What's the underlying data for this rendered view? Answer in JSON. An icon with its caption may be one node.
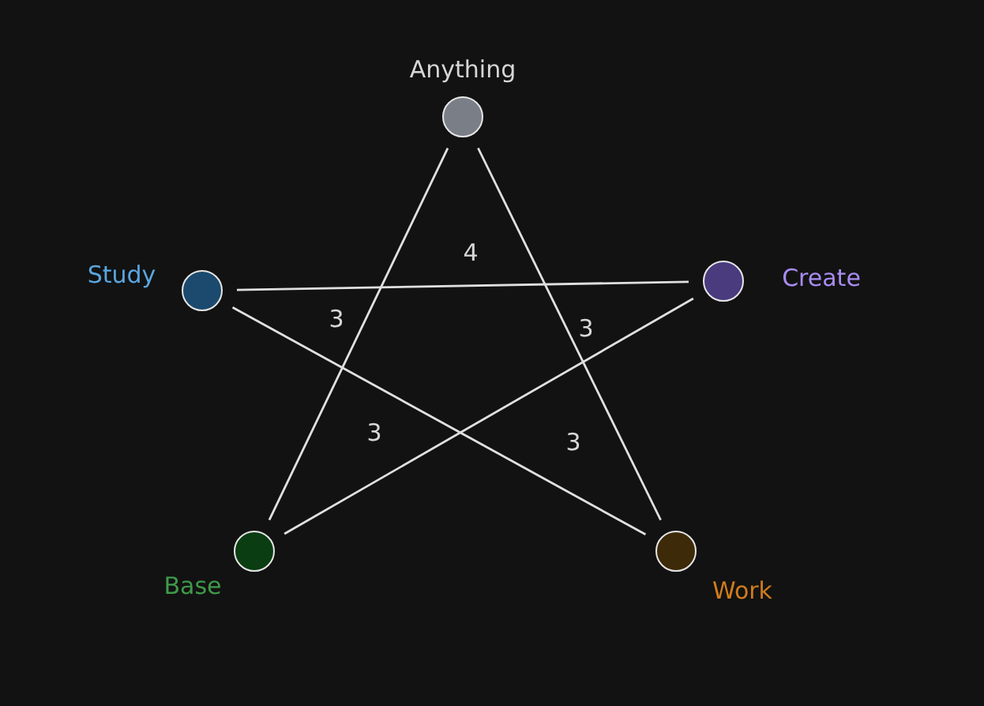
{
  "diagram": {
    "nodes": [
      {
        "text": [],
        "shape": "circle",
        "beside": [
          "Anything"
        ]
      },
      {
        "text": [],
        "shape": "circle",
        "beside": [
          "Study"
        ]
      },
      {
        "text": [],
        "shape": "circle",
        "beside": [
          "Create"
        ]
      },
      {
        "text": [],
        "shape": "circle",
        "beside": [
          "Base"
        ]
      },
      {
        "text": [],
        "shape": "circle",
        "beside": [
          "Work"
        ]
      }
    ],
    "edges": [
      {
        "from": 0,
        "to": 3,
        "arrow": "none"
      },
      {
        "from": 0,
        "to": 4,
        "arrow": "none"
      },
      {
        "from": 1,
        "to": 2,
        "arrow": "none"
      },
      {
        "from": 1,
        "to": 4,
        "arrow": "none"
      },
      {
        "from": 2,
        "to": 3,
        "arrow": "none"
      }
    ],
    "labels": [
      "4",
      "3",
      "3",
      "3",
      "3"
    ]
  }
}
